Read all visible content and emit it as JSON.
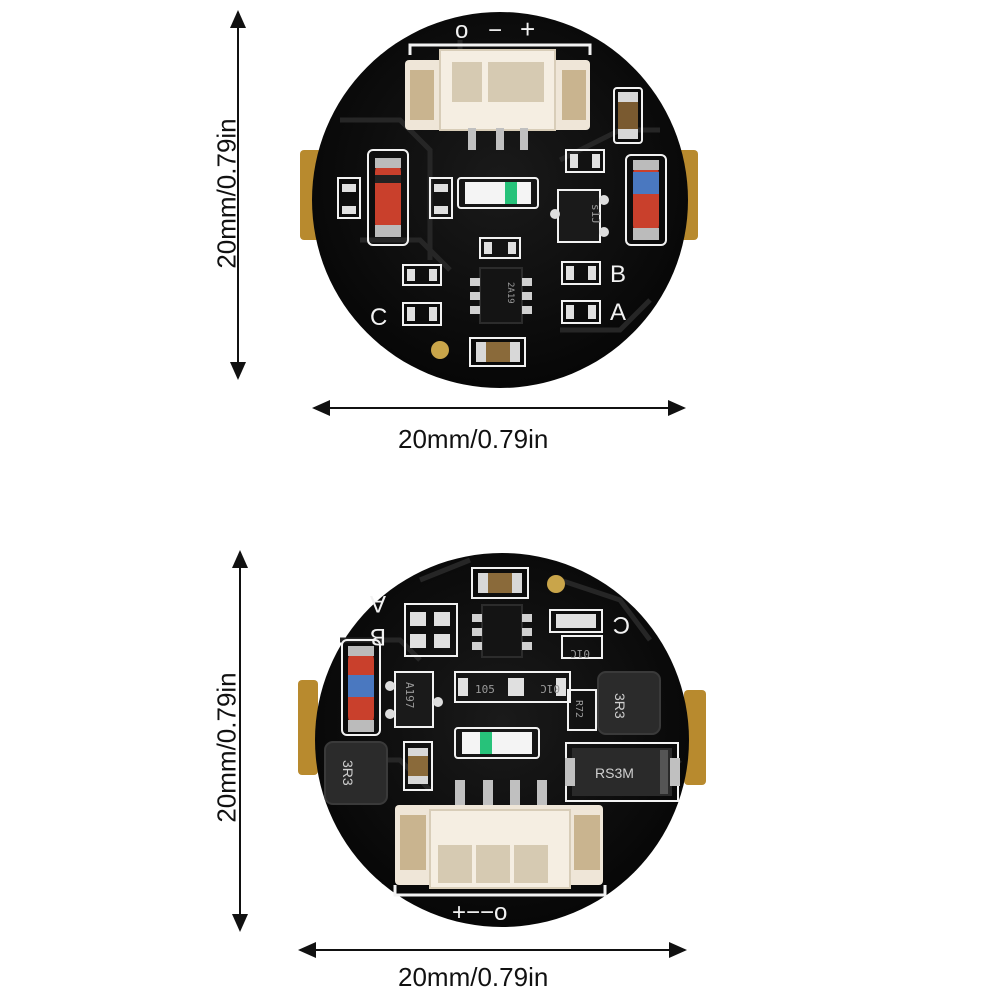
{
  "dimensions": {
    "top_width": "20mm/0.79in",
    "top_height": "20mm/0.79in",
    "bottom_width": "20mm/0.79in",
    "bottom_height": "20mm/0.79in"
  },
  "board_top": {
    "connector_polarity": {
      "ground": "o",
      "minus": "−",
      "plus": "+"
    },
    "pad_labels": {
      "a": "A",
      "b": "B",
      "c": "C"
    },
    "transistor_marking": "s1J",
    "ic_marking": "2A19"
  },
  "board_bottom": {
    "connector_polarity": "+−−o",
    "pad_labels": {
      "a": "A",
      "b": "B",
      "c": "C"
    },
    "chip_marking": "A197",
    "resistor_a": "105",
    "resistor_b": "01C",
    "resistor_c": "01C",
    "resistor_d": "R72",
    "inductor_left": "3R3",
    "inductor_right": "3R3",
    "diode_marking": "RS3M"
  },
  "colors": {
    "pcb": "#0d0d0d",
    "silkscreen": "#f2f2f2",
    "connector": "#efe6d8",
    "gold": "#c9a54a",
    "diode_red": "#c9402c",
    "diode_blue": "#4a78c0",
    "led_green": "#27c27a"
  }
}
